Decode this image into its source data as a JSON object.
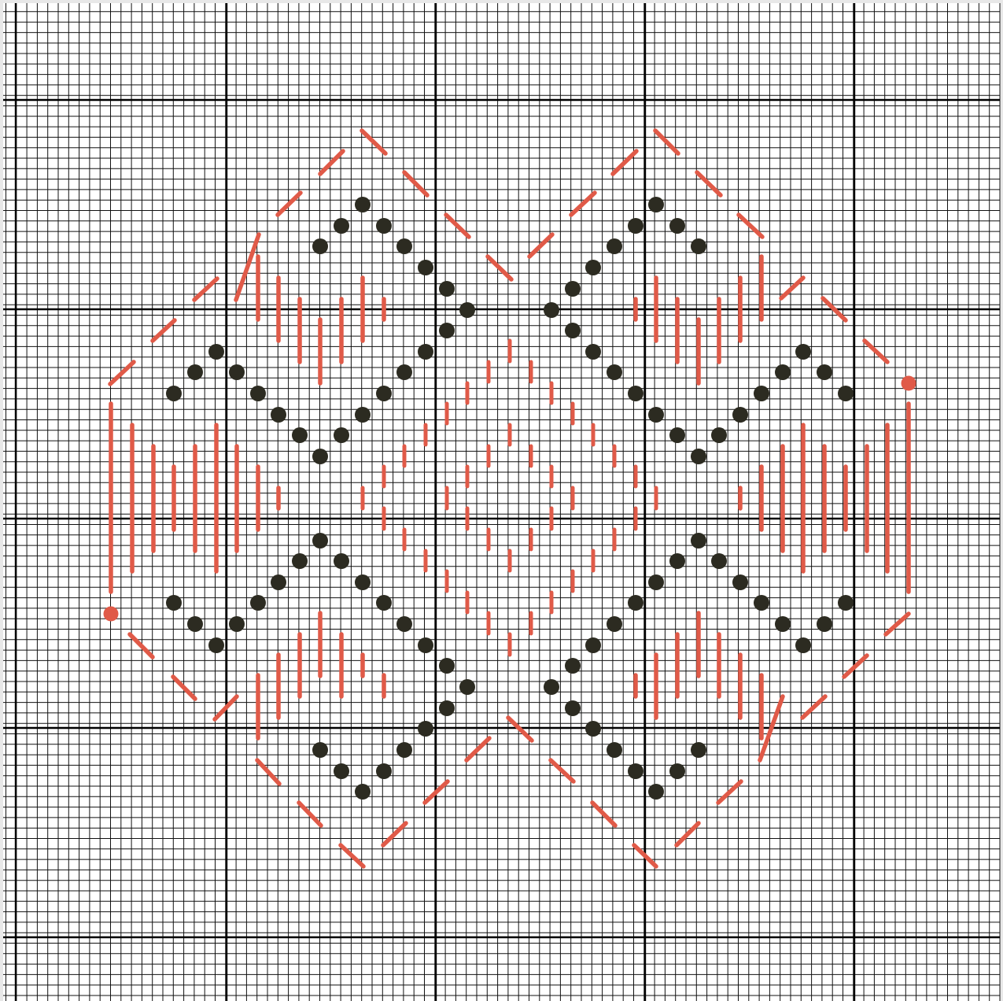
{
  "diagram": {
    "kind": "cross-stitch chart",
    "grid": {
      "units_per_cell": 1,
      "columns_visible": 47,
      "rows_visible": 47,
      "major_every": 10
    },
    "colors": {
      "background": "#ffffff",
      "frame": "#e9e9e9",
      "grid_minor": "#111111",
      "grid_major": "#000000",
      "stitch_red": "#e05a48",
      "stitch_dot": "#2c2b21"
    }
  }
}
